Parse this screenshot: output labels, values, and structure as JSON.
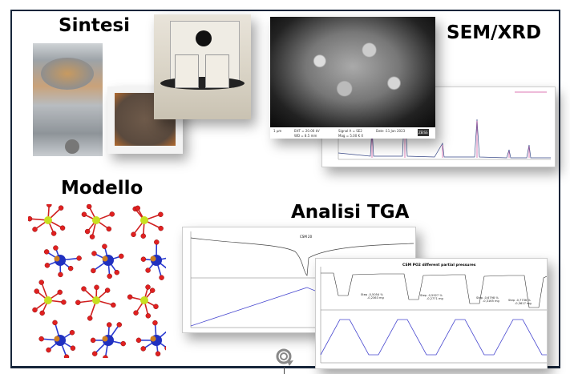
{
  "sections": {
    "synthesis": "Sintesi",
    "sem_xrd": "SEM/XRD",
    "model": "Modello",
    "tga": "Analisi TGA"
  },
  "sem_info": {
    "scale": "1 μm",
    "eht": "EHT = 20.00 kV",
    "wd": "WD = 8.5 mm",
    "signal": "Signal A = SE2",
    "mag": "Mag = 5.00 K X",
    "date": "Date :11 Jan 2023",
    "logo": "ZEISS"
  },
  "tga_chart_1": {
    "title": "CSM 20"
  },
  "tga_chart_2": {
    "title": "CSM PO2 different partial pressures",
    "steps": [
      {
        "pct": "Step  -0,5054 %",
        "mg": "-0,2363 mg"
      },
      {
        "pct": "Step  -0,5927 %",
        "mg": "-0,2771 mg"
      },
      {
        "pct": "Step  -0,6798 %",
        "mg": "-0,3165 mg"
      },
      {
        "pct": "Step  -0,7736 %",
        "mg": "-0,3617 mg"
      }
    ]
  },
  "colors": {
    "frame": "#16253a",
    "temperature_line": "#4a4ad0",
    "xrd_ref": "#d04a9a"
  }
}
